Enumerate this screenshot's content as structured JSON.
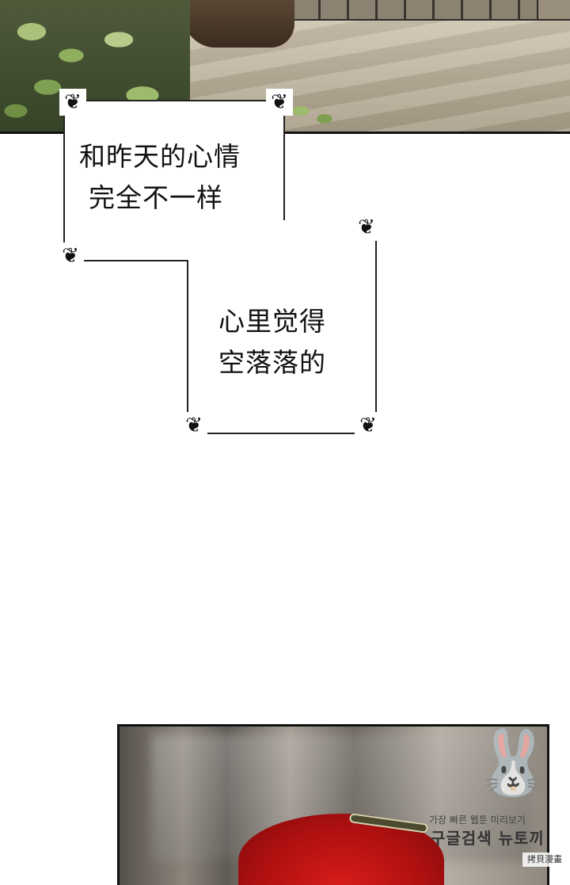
{
  "narration_1": {
    "line1": "和昨天的心情",
    "line2": "完全不一样"
  },
  "narration_2": {
    "line1": "心里觉得",
    "line2": "空落落的"
  },
  "watermark": {
    "line1": "가장 빠른 웹툰 미리보기",
    "line2": "구글검색 뉴토끼",
    "corner": "拷貝漫畫"
  },
  "icons": {
    "ornament": "scroll-flourish",
    "mascot": "rabbit-mascot"
  }
}
